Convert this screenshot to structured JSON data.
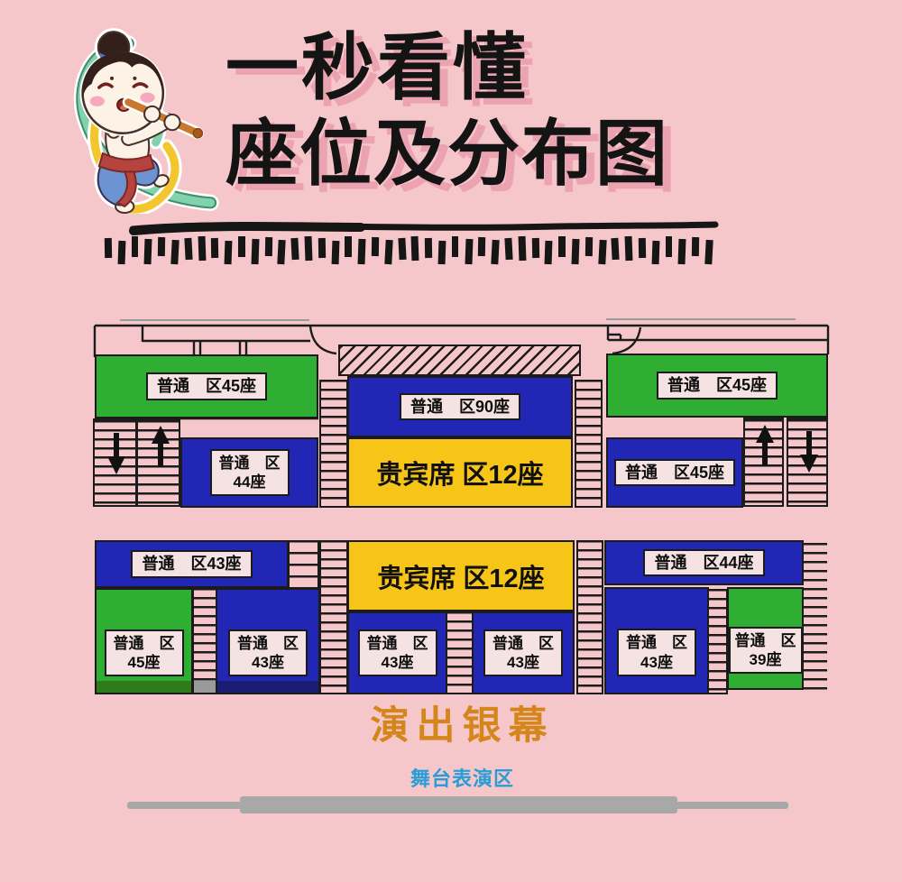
{
  "page": {
    "background": "#f6c7ca"
  },
  "header": {
    "title_line1": "一秒看懂",
    "title_line2": "座位及分布图",
    "text_color": "#141414",
    "shadow_color": "#eca3b1",
    "mascot": "dunhuang-flute-girl-illustration"
  },
  "decor": {
    "tally_count": 46,
    "line_color": "#161616"
  },
  "icons": {
    "stair_up": "up-arrow",
    "stair_down": "down-arrow"
  },
  "seating": {
    "colors": {
      "ordinary_green": "#2fae33",
      "ordinary_blue": "#2127b4",
      "vip_yellow": "#f7c517",
      "label_bg": "#f5e3e3",
      "wall_line": "#1b1b1b",
      "floor_dark_green": "#2f7a1b",
      "floor_navy": "#1a1d73",
      "floor_gray": "#9a9a9a"
    },
    "top": {
      "left_green": {
        "label": "普通　区45座"
      },
      "left_blue": {
        "line1": "普通　区",
        "line2": "44座"
      },
      "center_blue": {
        "label": "普通　区90座"
      },
      "vip": {
        "label": "贵宾席 区12座"
      },
      "right_green": {
        "label": "普通　区45座"
      },
      "right_blue": {
        "label": "普通　区45座"
      }
    },
    "bottom": {
      "left_blue_wide": {
        "label": "普通　区43座"
      },
      "vip": {
        "label": "贵宾席 区12座"
      },
      "right_blue_wide": {
        "label": "普通　区44座"
      },
      "green_45": {
        "line1": "普通　区",
        "line2": "45座"
      },
      "blue_43_a": {
        "line1": "普通　区",
        "line2": "43座"
      },
      "blue_43_b": {
        "line1": "普通　区",
        "line2": "43座"
      },
      "blue_43_c": {
        "line1": "普通　区",
        "line2": "43座"
      },
      "blue_43_d": {
        "line1": "普通　区",
        "line2": "43座"
      },
      "green_39": {
        "line1": "普通　区",
        "line2": "39座"
      }
    }
  },
  "footer": {
    "screen_label": "演出银幕",
    "screen_color": "#d4861a",
    "stage_label": "舞台表演区",
    "stage_color": "#2b9dd6"
  }
}
